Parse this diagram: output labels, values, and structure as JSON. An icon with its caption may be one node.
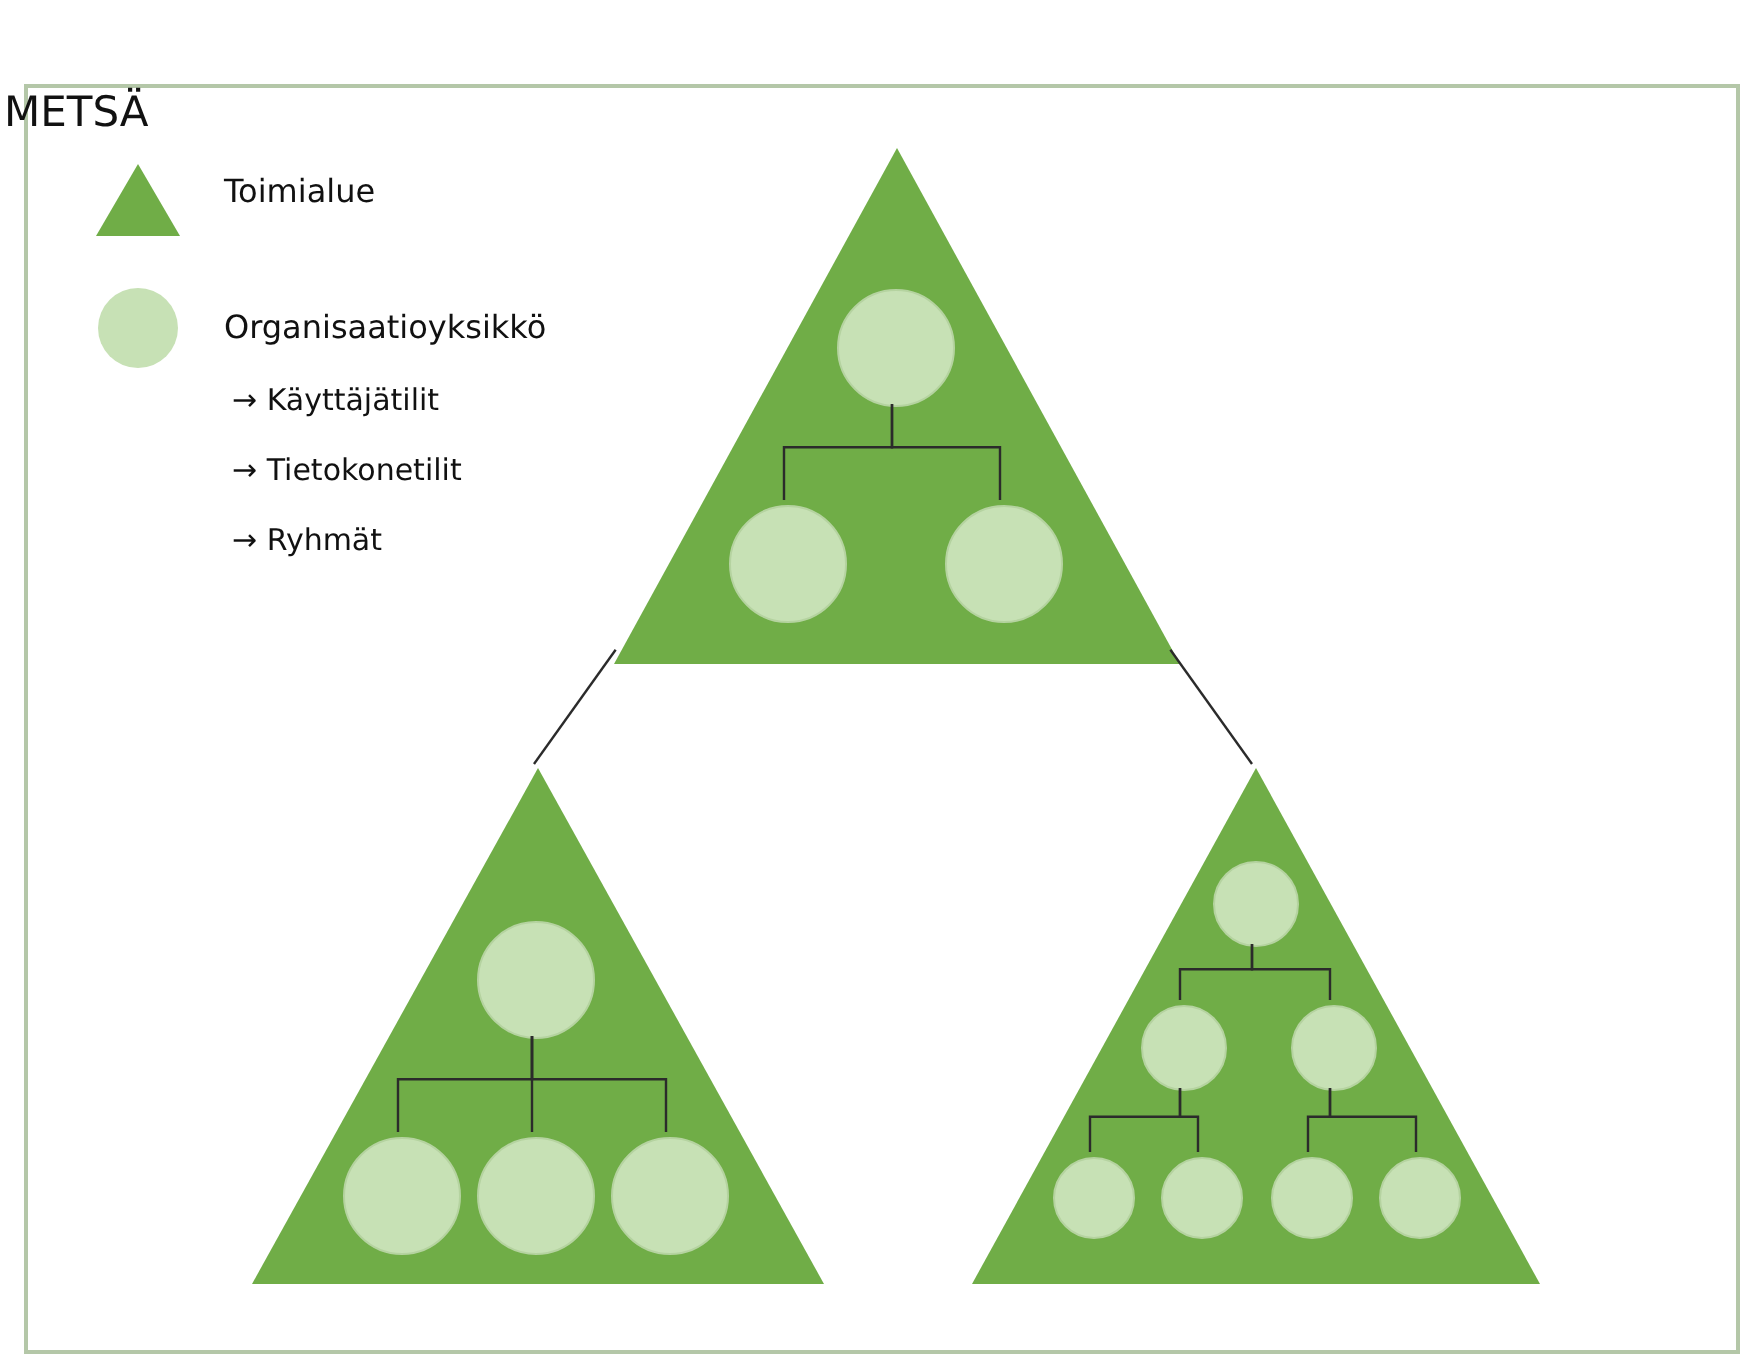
{
  "diagram": {
    "nodes": [
      {
        "text": [
          "METSÄ"
        ]
      },
      {
        "text": [],
        "shape": "triangle",
        "in": 0
      },
      {
        "text": [],
        "shape": "circle",
        "in": 1
      },
      {
        "text": [],
        "shape": "circle",
        "in": 1
      },
      {
        "text": [],
        "shape": "circle",
        "in": 1
      },
      {
        "text": [],
        "shape": "triangle",
        "in": 0
      },
      {
        "text": [],
        "shape": "circle",
        "in": 5
      },
      {
        "text": [],
        "shape": "circle",
        "in": 5
      },
      {
        "text": [],
        "shape": "circle",
        "in": 5
      },
      {
        "text": [],
        "shape": "circle",
        "in": 5
      },
      {
        "text": [],
        "shape": "triangle",
        "in": 0
      },
      {
        "text": [],
        "shape": "circle",
        "in": 10
      },
      {
        "text": [],
        "shape": "circle",
        "in": 10
      },
      {
        "text": [],
        "shape": "circle",
        "in": 10
      },
      {
        "text": [],
        "shape": "circle",
        "in": 10
      },
      {
        "text": [],
        "shape": "circle",
        "in": 10
      },
      {
        "text": [],
        "shape": "circle",
        "in": 10
      },
      {
        "text": [],
        "shape": "circle",
        "in": 10
      }
    ],
    "edges": [
      {
        "from": 1,
        "to": 5,
        "arrow": "none"
      },
      {
        "from": 1,
        "to": 10,
        "arrow": "none"
      },
      {
        "from": 2,
        "to": 3,
        "arrow": "none"
      },
      {
        "from": 2,
        "to": 4,
        "arrow": "none"
      },
      {
        "from": 6,
        "to": 7,
        "arrow": "none"
      },
      {
        "from": 6,
        "to": 8,
        "arrow": "none"
      },
      {
        "from": 6,
        "to": 9,
        "arrow": "none"
      },
      {
        "from": 11,
        "to": 12,
        "arrow": "none"
      },
      {
        "from": 11,
        "to": 13,
        "arrow": "none"
      },
      {
        "from": 12,
        "to": 14,
        "arrow": "none"
      },
      {
        "from": 12,
        "to": 15,
        "arrow": "none"
      },
      {
        "from": 13,
        "to": 16,
        "arrow": "none"
      },
      {
        "from": 13,
        "to": 17,
        "arrow": "none"
      }
    ],
    "labels": [
      "→ Käyttäjätilit",
      "→ Tietokonetilit",
      "→ Ryhmät"
    ],
    "legend": [
      {
        "text": "Toimialue"
      },
      {
        "text": "Organisaatioyksikkö"
      }
    ]
  }
}
